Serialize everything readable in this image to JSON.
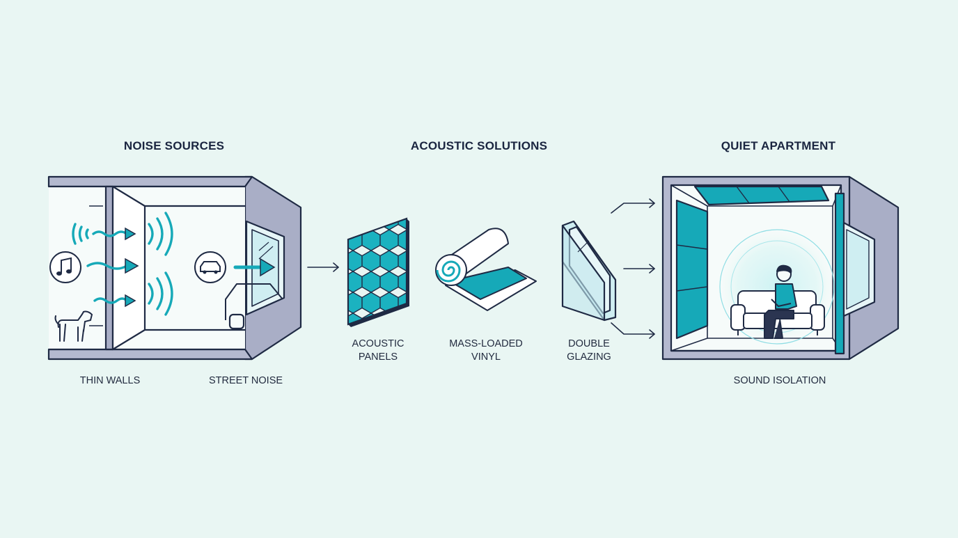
{
  "sections": {
    "noise": {
      "title": "NOISE SOURCES",
      "captions": [
        "THIN WALLS",
        "STREET NOISE"
      ]
    },
    "solutions": {
      "title": "ACOUSTIC SOLUTIONS",
      "items": [
        {
          "line1": "ACOUSTIC",
          "line2": "PANELS"
        },
        {
          "line1": "MASS-LOADED",
          "line2": "VINYL"
        },
        {
          "line1": "DOUBLE",
          "line2": "GLAZING"
        }
      ]
    },
    "quiet": {
      "title": "QUIET APARTMENT",
      "caption": "SOUND ISOLATION"
    }
  },
  "icons": [
    "music-note-icon",
    "car-icon",
    "dog-icon",
    "sound-wave-icon",
    "arrow-icon"
  ],
  "colors": {
    "background": "#e9f6f3",
    "accent": "#16a9b8",
    "outline": "#1f2a44",
    "wall": "#a7adc4"
  }
}
